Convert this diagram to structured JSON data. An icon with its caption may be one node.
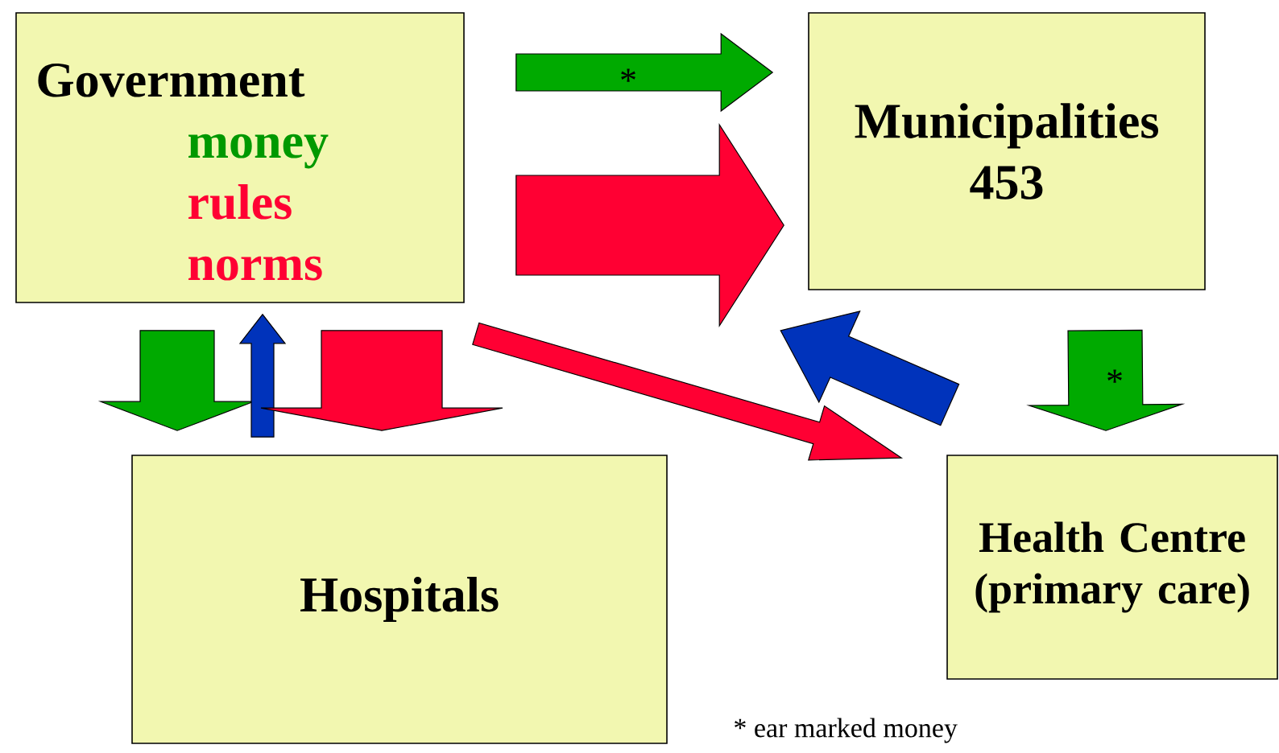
{
  "diagram": {
    "nodes": [
      {
        "text": [
          "Government",
          "money",
          "rules",
          "norms"
        ]
      },
      {
        "text": [
          "Municipalities 453"
        ]
      },
      {
        "text": [
          "Hospitals"
        ]
      },
      {
        "text": [
          "Health Centre (primary care)"
        ]
      }
    ],
    "edges": [
      {
        "from": 0,
        "to": 1,
        "arrow": "to",
        "label": "*",
        "color": "#00aa00"
      },
      {
        "from": 0,
        "to": 1,
        "arrow": "to",
        "color": "#ff0033"
      },
      {
        "from": 0,
        "to": 2,
        "arrow": "to",
        "color": "#00aa00"
      },
      {
        "from": 2,
        "to": 0,
        "arrow": "to",
        "color": "#0033bb"
      },
      {
        "from": 0,
        "to": 2,
        "arrow": "to",
        "color": "#ff0033"
      },
      {
        "from": 0,
        "to": 3,
        "arrow": "to",
        "color": "#ff0033"
      },
      {
        "from": 3,
        "to": 1,
        "arrow": "to",
        "color": "#0033bb"
      },
      {
        "from": 1,
        "to": 3,
        "arrow": "to",
        "label": "*",
        "color": "#00aa00"
      }
    ],
    "labels": [
      "* ear marked money"
    ]
  }
}
